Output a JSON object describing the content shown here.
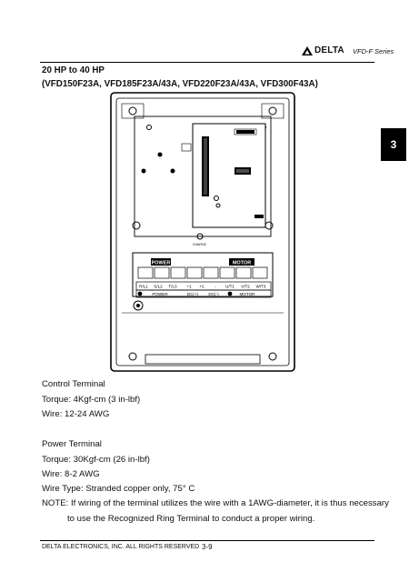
{
  "header": {
    "brand": "DELTA",
    "series": "VFD-F Series"
  },
  "chapter_tab": "3",
  "section": {
    "title": "20 HP to 40 HP",
    "models": "(VFD150F23A, VFD185F23A/43A, VFD220F23A/43A, VFD300F43A)"
  },
  "diagram": {
    "terminal_group_left": "POWER",
    "terminal_group_right": "MOTOR",
    "terminals": [
      "R/L1",
      "S/L2",
      "T/L3",
      "+1",
      "+2",
      "-",
      "U/T1",
      "V/T2",
      "W/T3"
    ],
    "bottom_labels": [
      "POWER",
      "DC(+)",
      "DC(-)",
      "MOTOR"
    ]
  },
  "control_terminal": {
    "heading": "Control Terminal",
    "torque": "Torque: 4Kgf-cm (3 in-lbf)",
    "wire": "Wire: 12-24 AWG"
  },
  "power_terminal": {
    "heading": "Power Terminal",
    "torque": "Torque: 30Kgf-cm (26 in-lbf)",
    "wire": "Wire: 8-2 AWG",
    "wire_type": "Wire Type: Stranded copper only, 75° C",
    "note_line1": "NOTE: If wiring of the terminal utilizes the wire with a 1AWG-diameter, it is thus necessary",
    "note_line2": "to use the Recognized Ring Terminal to conduct a proper wiring."
  },
  "footer": {
    "copyright": "DELTA ELECTRONICS, INC. ALL RIGHTS RESERVED",
    "page": "3-9"
  }
}
